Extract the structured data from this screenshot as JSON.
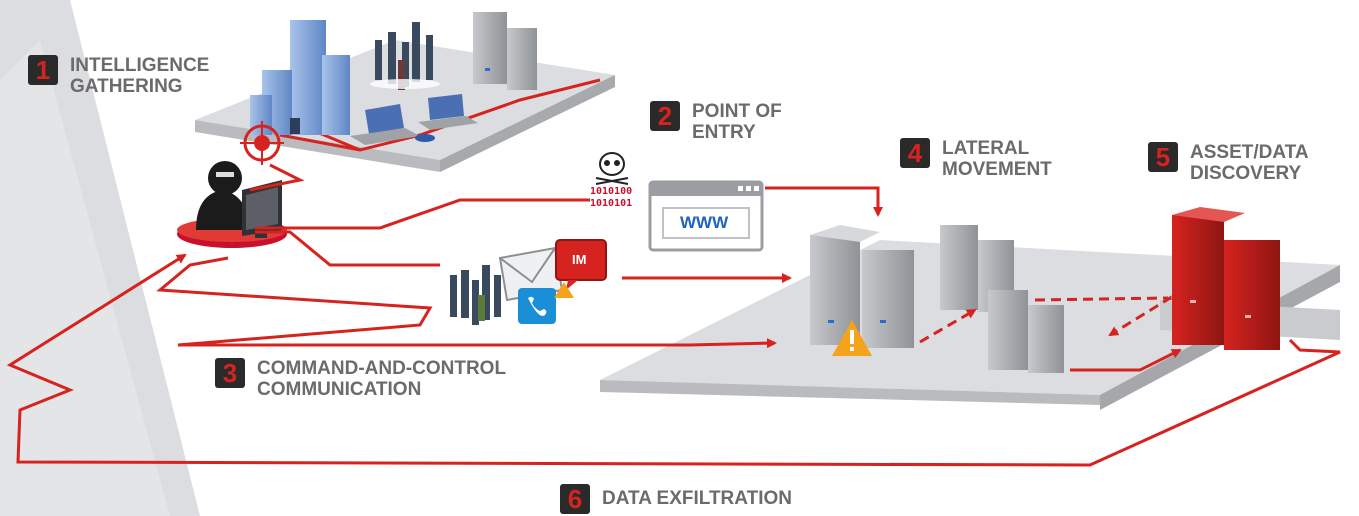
{
  "steps": [
    {
      "number": "1",
      "line1": "INTELLIGENCE",
      "line2": "GATHERING"
    },
    {
      "number": "2",
      "line1": "POINT OF",
      "line2": "ENTRY"
    },
    {
      "number": "3",
      "line1": "COMMAND-AND-CONTROL",
      "line2": "COMMUNICATION"
    },
    {
      "number": "4",
      "line1": "LATERAL",
      "line2": "MOVEMENT"
    },
    {
      "number": "5",
      "line1": "ASSET/DATA",
      "line2": "DISCOVERY"
    },
    {
      "number": "6",
      "line1": "DATA EXFILTRATION",
      "line2": ""
    }
  ],
  "binary": {
    "line1": "1010100",
    "line2": "1010101"
  },
  "browser": {
    "label": "WWW"
  },
  "im_badge": {
    "label": "IM"
  },
  "colors": {
    "accent": "#d6231f",
    "label_text": "#6b6b6b",
    "number_box": "#2a2a2a",
    "platform": "#d9dadc",
    "server": "#a9abae"
  }
}
